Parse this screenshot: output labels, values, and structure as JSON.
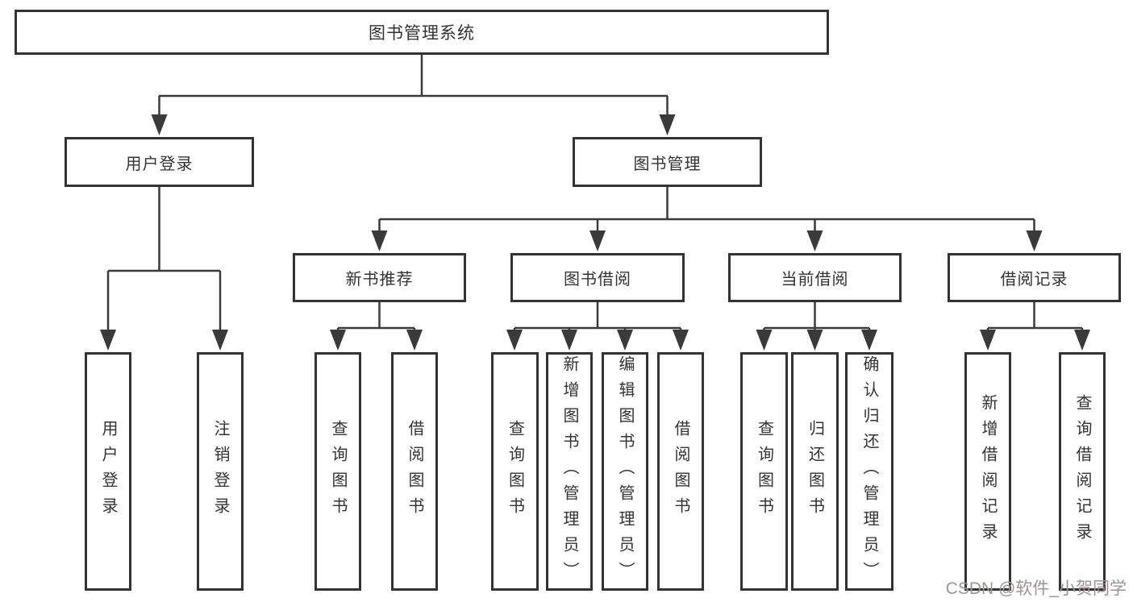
{
  "diagram": {
    "title": "图书管理系统",
    "level2": {
      "user_login": "用户登录",
      "book_management": "图书管理"
    },
    "level3": {
      "new_book_recommend": "新书推荐",
      "book_borrowing": "图书借阅",
      "current_borrowing": "当前借阅",
      "borrowing_records": "借阅记录"
    },
    "leaves": {
      "user_login": "用户登录",
      "logout": "注销登录",
      "search_books_a": "查询图书",
      "borrow_books_a": "借阅图书",
      "search_books_b": "查询图书",
      "add_book_admin": "新增图书（管理员）",
      "edit_book_admin": "编辑图书（管理员）",
      "borrow_books_b": "借阅图书",
      "search_books_c": "查询图书",
      "return_books": "归还图书",
      "confirm_return_admin": "确认归还（管理员）",
      "add_borrow_record": "新增借阅记录",
      "search_borrow_record": "查询借阅记录"
    }
  },
  "watermark": {
    "text": "CSDN @软件_小贺同学"
  },
  "colors": {
    "line": "#3a3a3a",
    "border": "#333333",
    "text": "#333333",
    "background": "#ffffff",
    "watermark": "#a09294"
  }
}
